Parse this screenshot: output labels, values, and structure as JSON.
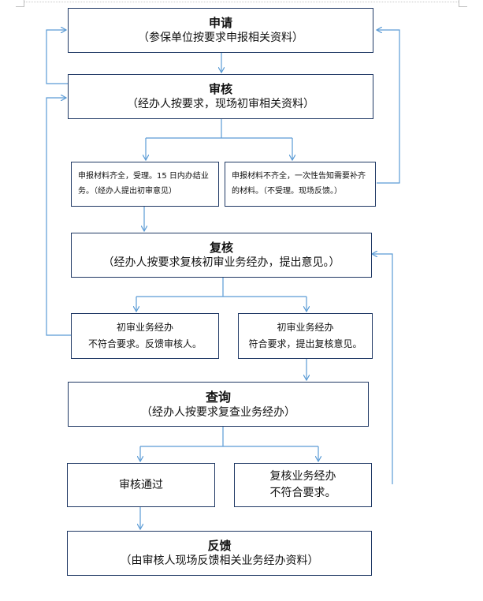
{
  "boxes": {
    "apply": {
      "title": "申请",
      "sub": "（参保单位按要求申报相关资料）"
    },
    "review": {
      "title": "审核",
      "sub": "（经办人按要求，现场初审相关资料）"
    },
    "complete": {
      "line1": "申报材料齐全，受理。15 日内办结业",
      "line2": "务。（经办人提出初审意见）"
    },
    "incomplete": {
      "line1": "申报材料不齐全，一次性告知需要补齐",
      "line2": "的材料。（不受理。现场反馈。）"
    },
    "recheck": {
      "title": "复核",
      "sub": "（经办人按要求复核初审业务经办，提出意见。）"
    },
    "initial_fail": {
      "line1": "初审业务经办",
      "line2": "不符合要求。反馈审核人。"
    },
    "initial_pass": {
      "line1": "初审业务经办",
      "line2": "符合要求，提出复核意见。"
    },
    "query": {
      "title": "查询",
      "sub": "（经办人按要求复查业务经办）"
    },
    "approved": {
      "text": "审核通过"
    },
    "recheck_fail": {
      "line1": "复核业务经办",
      "line2": "不符合要求。"
    },
    "feedback": {
      "title": "反馈",
      "sub": "（由审核人现场反馈相关业务经办资料）"
    }
  },
  "colors": {
    "border": "#1f3864",
    "arrow": "#5b9bd5"
  }
}
